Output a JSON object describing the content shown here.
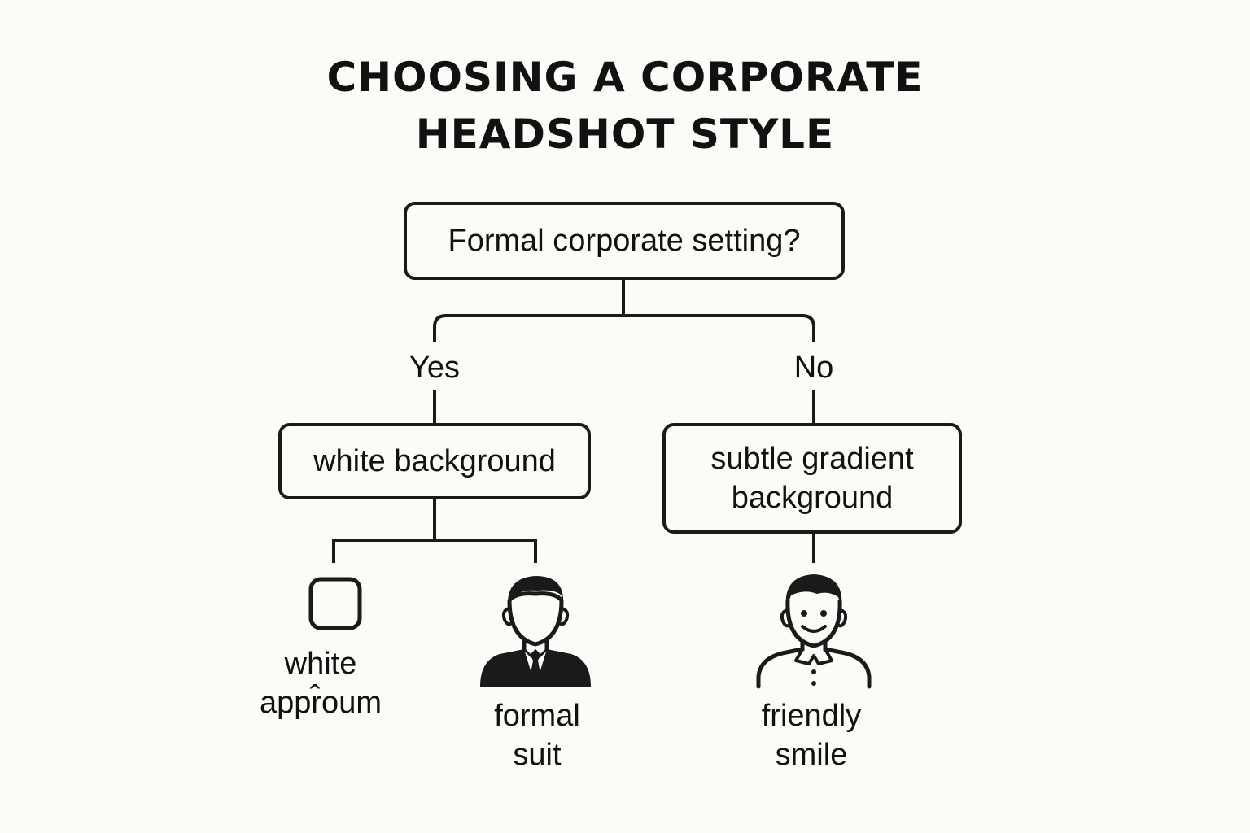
{
  "title": {
    "line1": "CHOOSING A CORPORATE",
    "line2": "HEADSHOT STYLE"
  },
  "decision": {
    "question": "Formal corporate setting?"
  },
  "branches": {
    "yes": {
      "label": "Yes",
      "box": "white background",
      "options": [
        {
          "icon": "square-outline-icon",
          "line1": "white",
          "line2": "appr̂oum"
        },
        {
          "icon": "person-in-suit-icon",
          "line1": "formal",
          "line2": "suit"
        }
      ]
    },
    "no": {
      "label": "No",
      "box_line1": "subtle gradient",
      "box_line2": "background",
      "options": [
        {
          "icon": "smiling-person-icon",
          "line1": "friendly",
          "line2": "smile"
        }
      ]
    }
  },
  "colors": {
    "background": "#fcfbf8",
    "stroke": "#1a1a1a"
  }
}
